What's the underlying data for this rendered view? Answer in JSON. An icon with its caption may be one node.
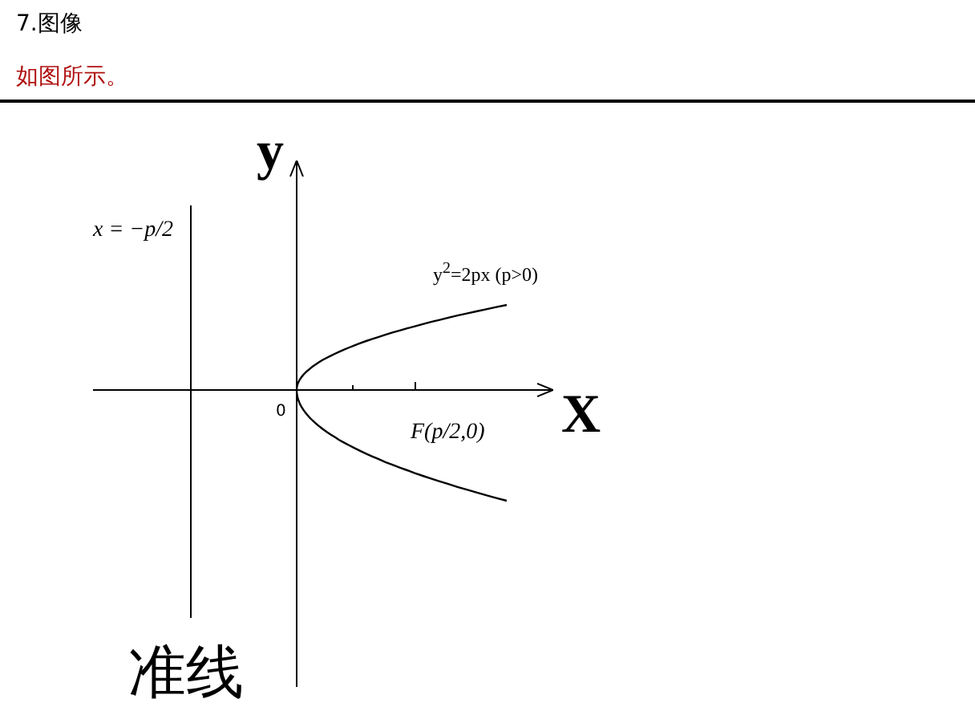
{
  "diagram": {
    "title": "7.图像",
    "labels": [
      "如图所示。",
      "y",
      "x = −p/2",
      "y$^{2}$=2px (p>0)",
      "0",
      "X",
      "F(p/2,0)",
      "准线"
    ]
  }
}
